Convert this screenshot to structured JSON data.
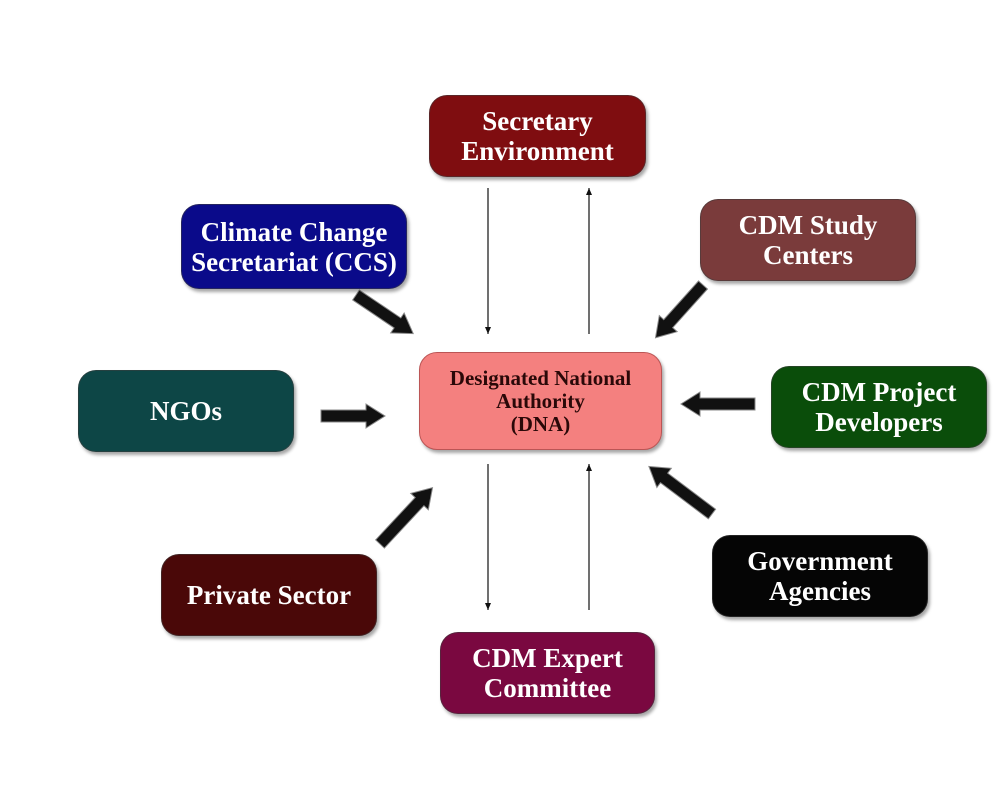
{
  "diagram": {
    "center": {
      "label": "Designated National\nAuthority\n(DNA)",
      "color": "#f4807f"
    },
    "nodes": [
      {
        "id": "secretary-environment",
        "label": "Secretary\nEnvironment",
        "color": "#7f0d10",
        "relation": "two-way"
      },
      {
        "id": "ccs",
        "label": "Climate Change\nSecretariat (CCS)",
        "color": "#0a0a8a",
        "relation": "inbound"
      },
      {
        "id": "cdm-study-centers",
        "label": "CDM Study\nCenters",
        "color": "#7a3b3b",
        "relation": "inbound"
      },
      {
        "id": "ngos",
        "label": "NGOs",
        "color": "#0d4646",
        "relation": "inbound"
      },
      {
        "id": "cdm-project-developers",
        "label": "CDM Project\nDevelopers",
        "color": "#0a4d0a",
        "relation": "inbound"
      },
      {
        "id": "private-sector",
        "label": "Private Sector",
        "color": "#4a0808",
        "relation": "inbound"
      },
      {
        "id": "government-agencies",
        "label": "Government\nAgencies",
        "color": "#050505",
        "relation": "inbound"
      },
      {
        "id": "cdm-expert-committee",
        "label": "CDM Expert\nCommittee",
        "color": "#7a0840",
        "relation": "two-way"
      }
    ]
  }
}
